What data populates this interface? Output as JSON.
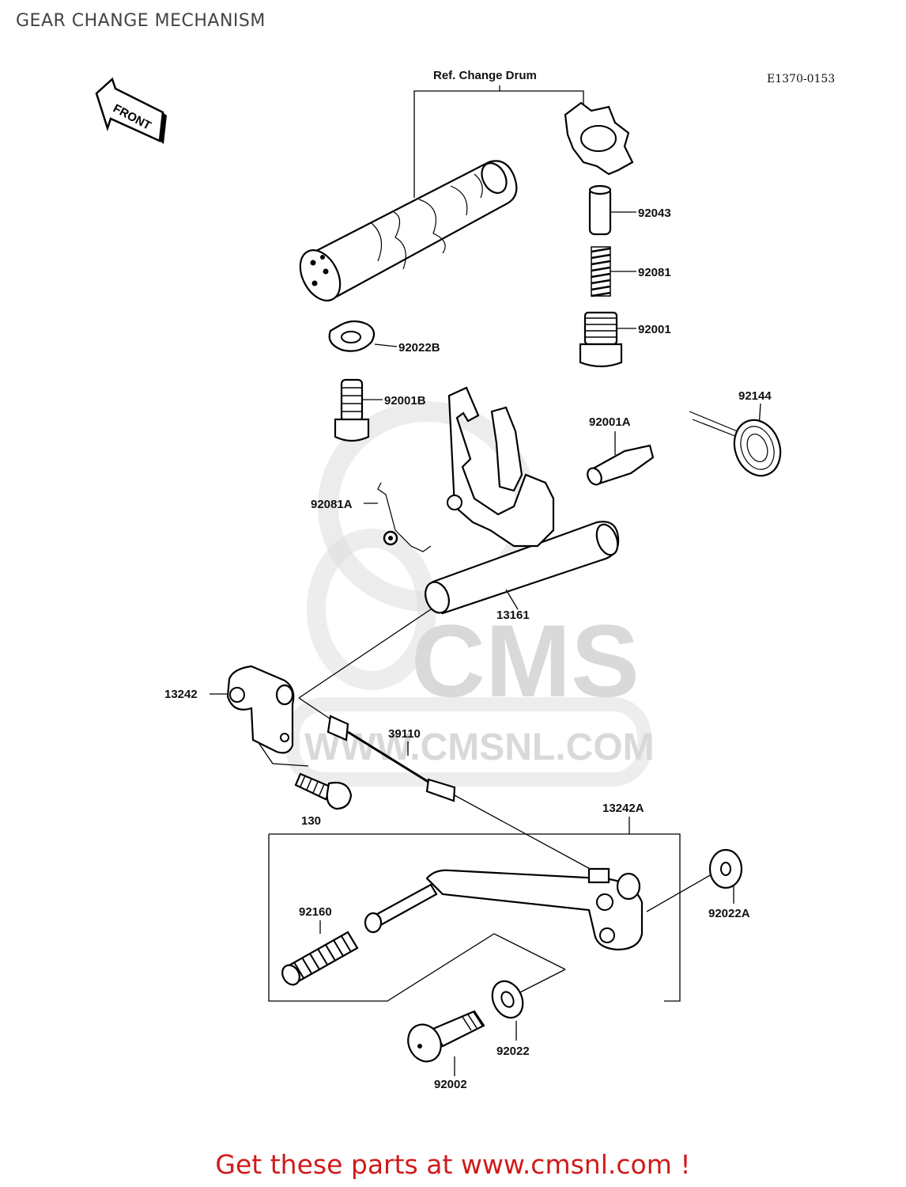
{
  "header": {
    "title": "GEAR CHANGE MECHANISM"
  },
  "diagram": {
    "drawing_code": "E1370-0153",
    "front_arrow_label": "FRONT",
    "watermark": {
      "logo_text": "CMS",
      "url_text": "WWW.CMSNL.COM"
    },
    "group_labels": {
      "change_drum": "Ref. Change Drum"
    },
    "parts": {
      "p92043": "92043",
      "p92081": "92081",
      "p92001": "92001",
      "p92022B": "92022B",
      "p92001B": "92001B",
      "p92144": "92144",
      "p92001A": "92001A",
      "p92081A": "92081A",
      "p13161": "13161",
      "p13242": "13242",
      "p39110": "39110",
      "p130": "130",
      "p13242A": "13242A",
      "p92160": "92160",
      "p92022A": "92022A",
      "p92022": "92022",
      "p92002": "92002"
    }
  },
  "footer": {
    "promo_text": "Get these parts at www.cmsnl.com !"
  },
  "colors": {
    "title": "#444444",
    "promo": "#d11a1a",
    "watermark": "#d8d8d8"
  }
}
